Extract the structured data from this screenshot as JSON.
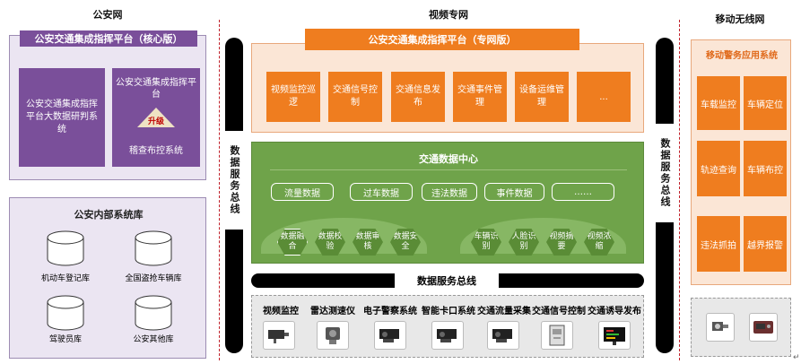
{
  "headers": {
    "left": "公安网",
    "middle": "视频专网",
    "right": "移动无线网"
  },
  "left": {
    "core_title": "公安交通集成指挥平台（核心版）",
    "bigdata": "公安交通集成指挥平台大数据研判系统",
    "sub_platform": "公安交通集成指挥平台",
    "upgrade": "升级",
    "control": "稽查布控系统",
    "db_title": "公安内部系统库",
    "dbs": [
      "机动车登记库",
      "全国盗抢车辆库",
      "驾驶员库",
      "公安其他库"
    ]
  },
  "bus_vertical": "数据服务总线",
  "middle": {
    "platform_title": "公安交通集成指挥平台（专网版）",
    "apps": [
      "视频监控巡逻",
      "交通信号控制",
      "交通信息发布",
      "交通事件管理",
      "设备运维管理",
      "..."
    ],
    "center_title": "交通数据中心",
    "data_items": [
      "流量数据",
      "过车数据",
      "违法数据",
      "事件数据",
      "……"
    ],
    "hex_left": [
      "数据融合",
      "数据校验",
      "数据审核",
      "数据安全"
    ],
    "hex_right": [
      "车辆识别",
      "人脸识别",
      "视频摘要",
      "视频浓缩"
    ],
    "bus_h": "数据服务总线",
    "devices": [
      "视频监控",
      "雷达测速仪",
      "电子警察系统",
      "智能卡口系统",
      "交通流量采集",
      "交通信号控制",
      "交通诱导发布"
    ]
  },
  "right": {
    "title": "移动警务应用系统",
    "apps": [
      "车载监控",
      "车辆定位",
      "轨迹查询",
      "车辆布控",
      "违法抓拍",
      "越界报警"
    ]
  }
}
